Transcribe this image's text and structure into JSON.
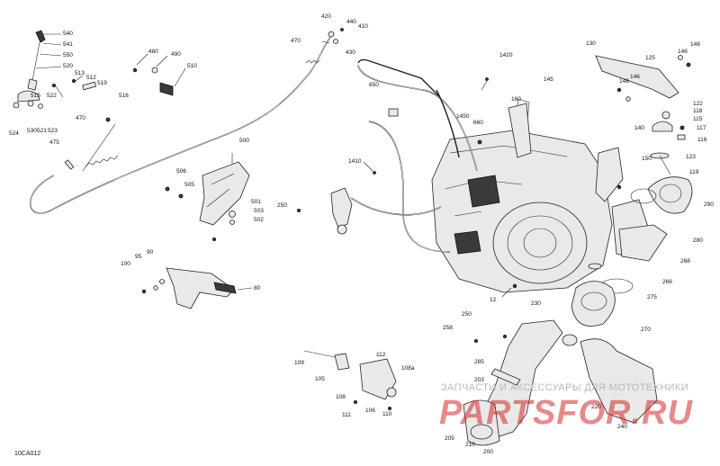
{
  "figure_code": "10CA012",
  "watermark": {
    "caption": "ЗАПЧАСТИ И АКСЕССУАРЫ ДЛЯ МОТОТЕХНИКИ",
    "logo": "PARTSFOR.RU",
    "color": "#d62828"
  },
  "callouts": [
    {
      "id": "c540",
      "text": "540"
    },
    {
      "id": "c541",
      "text": "541"
    },
    {
      "id": "c550",
      "text": "550"
    },
    {
      "id": "c520",
      "text": "520"
    },
    {
      "id": "c513",
      "text": "513"
    },
    {
      "id": "c512",
      "text": "512"
    },
    {
      "id": "c519",
      "text": "519"
    },
    {
      "id": "c515",
      "text": "515"
    },
    {
      "id": "c522",
      "text": "522"
    },
    {
      "id": "c516",
      "text": "516"
    },
    {
      "id": "c524",
      "text": "524"
    },
    {
      "id": "c530",
      "text": "530"
    },
    {
      "id": "c521",
      "text": "521"
    },
    {
      "id": "c523",
      "text": "523"
    },
    {
      "id": "c470a",
      "text": "470"
    },
    {
      "id": "c475",
      "text": "475"
    },
    {
      "id": "c480",
      "text": "480"
    },
    {
      "id": "c490",
      "text": "490"
    },
    {
      "id": "c510",
      "text": "510"
    },
    {
      "id": "c420",
      "text": "420"
    },
    {
      "id": "c440",
      "text": "440"
    },
    {
      "id": "c410",
      "text": "410"
    },
    {
      "id": "c470b",
      "text": "470"
    },
    {
      "id": "c430",
      "text": "430"
    },
    {
      "id": "c650",
      "text": "650"
    },
    {
      "id": "c1420",
      "text": "1420"
    },
    {
      "id": "c160",
      "text": "160"
    },
    {
      "id": "c145",
      "text": "145"
    },
    {
      "id": "c1450",
      "text": "1450"
    },
    {
      "id": "c660",
      "text": "660"
    },
    {
      "id": "c130",
      "text": "130"
    },
    {
      "id": "c148a",
      "text": "148"
    },
    {
      "id": "c146a",
      "text": "146"
    },
    {
      "id": "c125",
      "text": "125"
    },
    {
      "id": "c148b",
      "text": "148"
    },
    {
      "id": "c146b",
      "text": "146"
    },
    {
      "id": "c122",
      "text": "122"
    },
    {
      "id": "c118",
      "text": "118"
    },
    {
      "id": "c115",
      "text": "115"
    },
    {
      "id": "c117",
      "text": "117"
    },
    {
      "id": "c116",
      "text": "116"
    },
    {
      "id": "c123",
      "text": "123"
    },
    {
      "id": "c119",
      "text": "119"
    },
    {
      "id": "c140",
      "text": "140"
    },
    {
      "id": "c150",
      "text": "150"
    },
    {
      "id": "c500",
      "text": "500"
    },
    {
      "id": "c506",
      "text": "506"
    },
    {
      "id": "c505",
      "text": "505"
    },
    {
      "id": "c501",
      "text": "501"
    },
    {
      "id": "c503",
      "text": "503"
    },
    {
      "id": "c502",
      "text": "502"
    },
    {
      "id": "c1410",
      "text": "1410"
    },
    {
      "id": "c250a",
      "text": "250"
    },
    {
      "id": "c290",
      "text": "290"
    },
    {
      "id": "c280",
      "text": "280"
    },
    {
      "id": "c268",
      "text": "268"
    },
    {
      "id": "c266",
      "text": "266"
    },
    {
      "id": "c275",
      "text": "275"
    },
    {
      "id": "c270",
      "text": "270"
    },
    {
      "id": "c12",
      "text": "12"
    },
    {
      "id": "c90",
      "text": "90"
    },
    {
      "id": "c95",
      "text": "95"
    },
    {
      "id": "c100",
      "text": "100"
    },
    {
      "id": "c80",
      "text": "80"
    },
    {
      "id": "c230",
      "text": "230"
    },
    {
      "id": "c250b",
      "text": "250"
    },
    {
      "id": "c258",
      "text": "258"
    },
    {
      "id": "c109",
      "text": "109"
    },
    {
      "id": "c112",
      "text": "112"
    },
    {
      "id": "c108a",
      "text": "108a"
    },
    {
      "id": "c105",
      "text": "105"
    },
    {
      "id": "c108",
      "text": "108"
    },
    {
      "id": "c106",
      "text": "106"
    },
    {
      "id": "c111",
      "text": "111"
    },
    {
      "id": "c110",
      "text": "110"
    },
    {
      "id": "c285",
      "text": "285"
    },
    {
      "id": "c203",
      "text": "203"
    },
    {
      "id": "c220",
      "text": "220"
    },
    {
      "id": "c240",
      "text": "240"
    },
    {
      "id": "c205",
      "text": "205"
    },
    {
      "id": "c210",
      "text": "210"
    },
    {
      "id": "c200",
      "text": "200"
    }
  ]
}
